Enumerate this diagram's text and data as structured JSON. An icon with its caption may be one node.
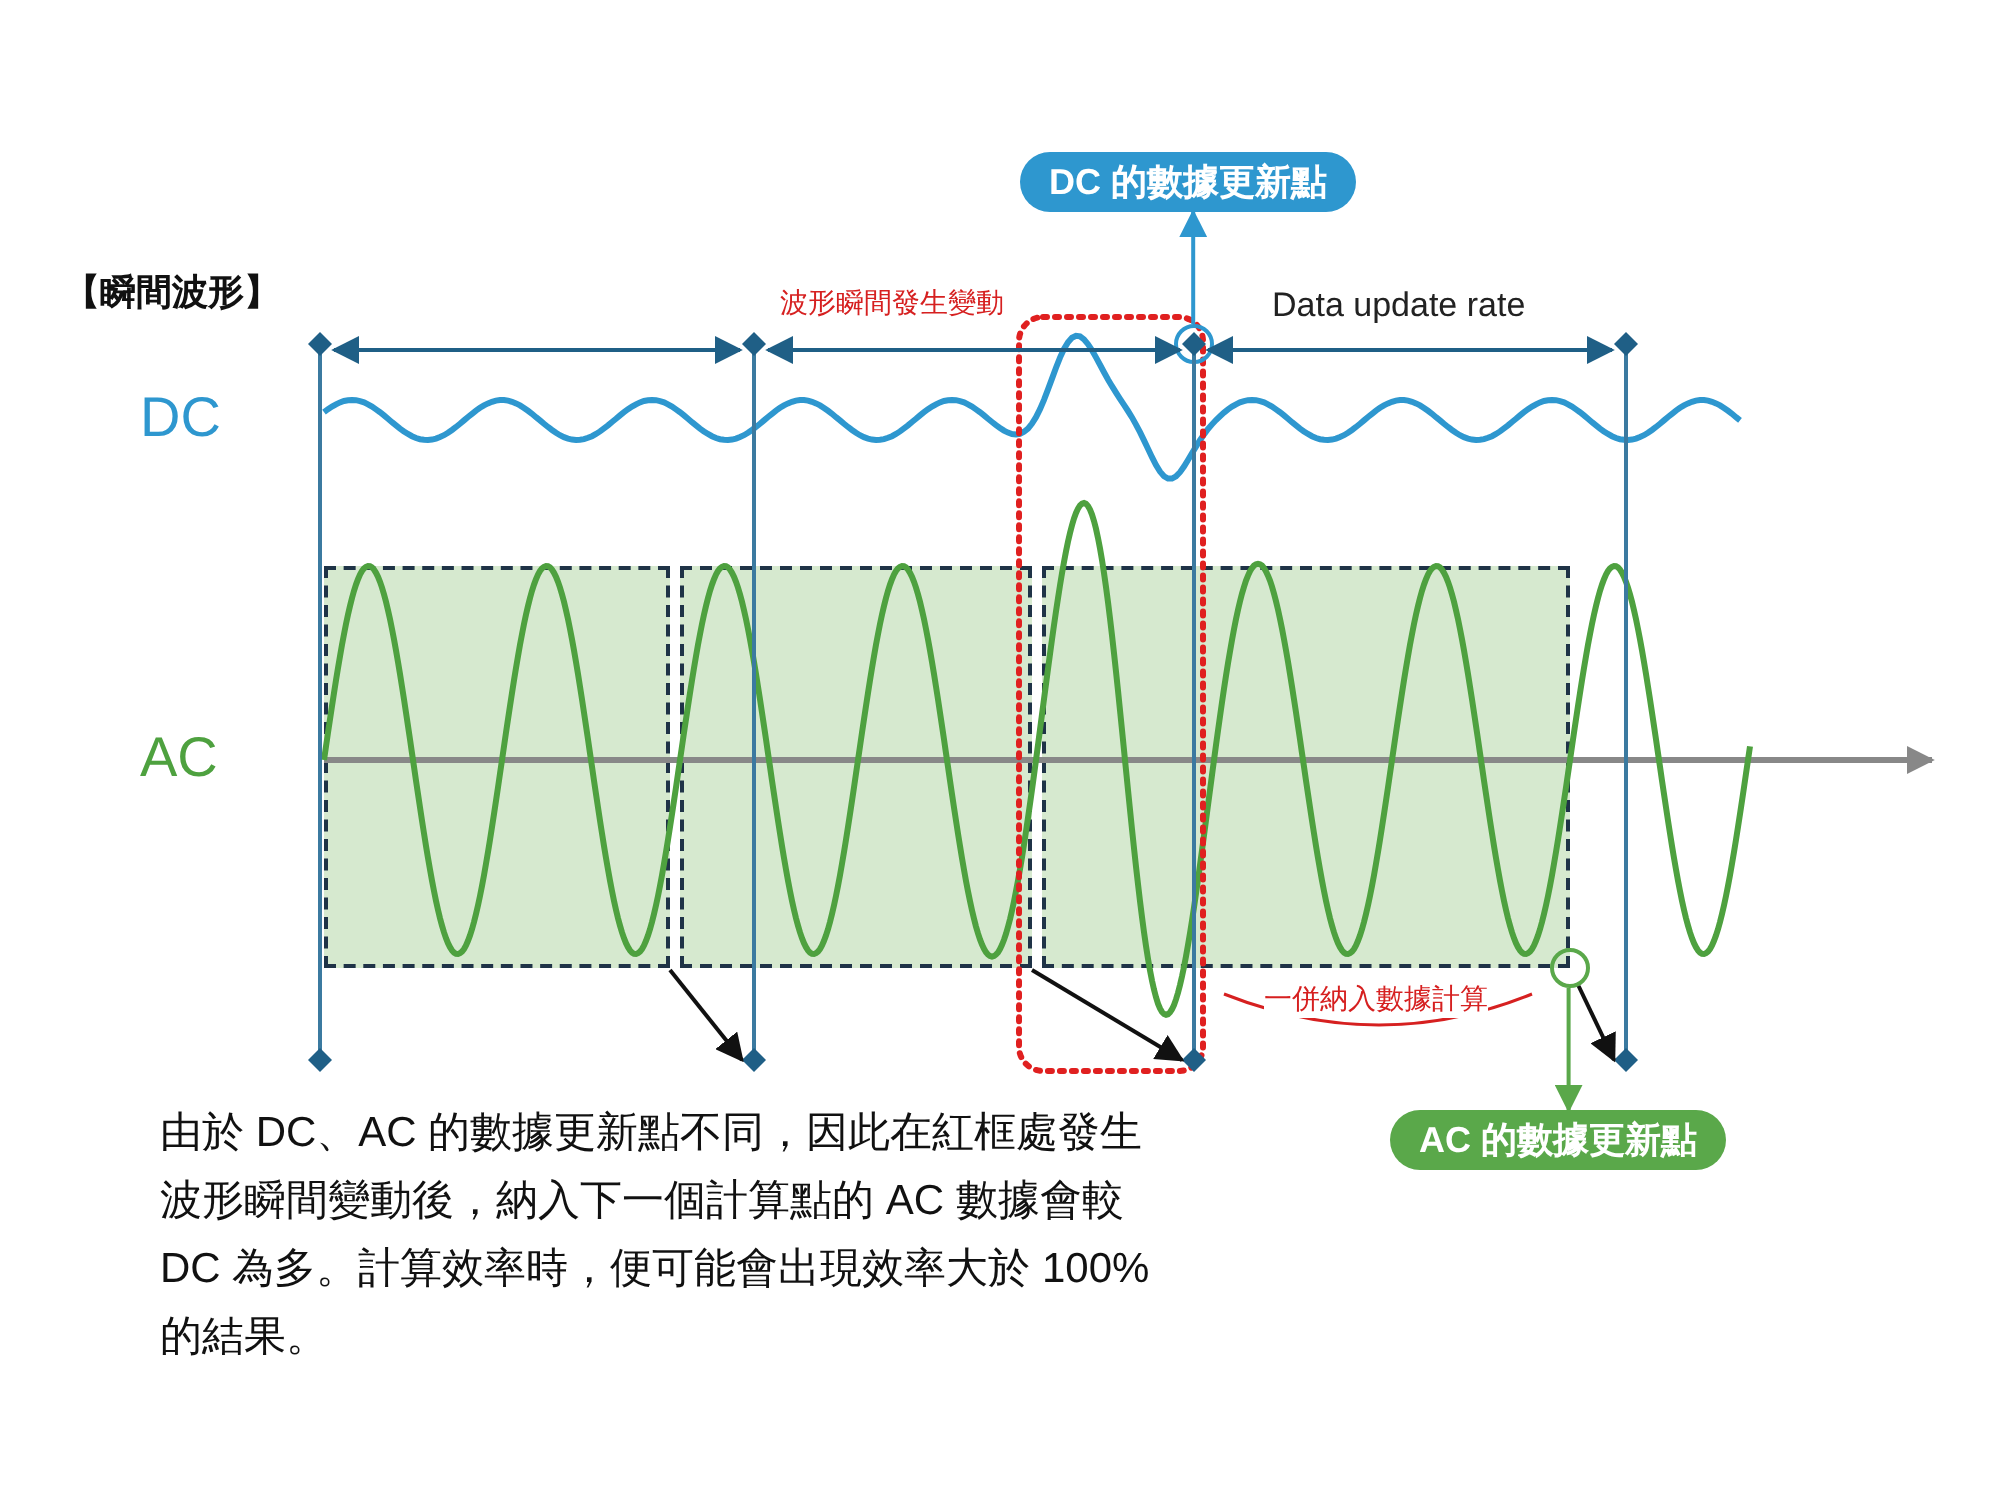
{
  "diagram": {
    "nodes": [
      {
        "text": [
          "DC 的數據更新點"
        ]
      },
      {
        "text": [],
        "shape": "circle"
      },
      {
        "text": [],
        "shape": "box"
      },
      {
        "text": [],
        "shape": "box"
      },
      {
        "text": [],
        "shape": "box"
      },
      {
        "text": [],
        "shape": "circle"
      },
      {
        "text": [],
        "shape": "bar"
      },
      {
        "text": [],
        "shape": "bar"
      },
      {
        "text": [],
        "shape": "bar"
      },
      {
        "text": [],
        "shape": "bar"
      },
      {
        "text": [
          "AC 的數據更新點"
        ]
      }
    ],
    "edges": [
      {
        "from": 6,
        "to": 7,
        "arrow": "both"
      },
      {
        "from": 7,
        "to": 8,
        "arrow": "both"
      },
      {
        "from": 8,
        "to": 9,
        "arrow": "both"
      },
      {
        "from": 1,
        "to": 0,
        "arrow": "to",
        "color": "#2e97cf"
      },
      {
        "from": 2,
        "to": 7,
        "arrow": "to",
        "color": "#111111"
      },
      {
        "from": 3,
        "to": 8,
        "arrow": "to",
        "color": "#111111"
      },
      {
        "from": 5,
        "to": 9,
        "arrow": "to",
        "color": "#111111"
      },
      {
        "from": 5,
        "to": 10,
        "arrow": "to",
        "color": "#5aa84a"
      }
    ],
    "labels": [
      "【瞬間波形】",
      "波形瞬間發生變動",
      "Data update rate",
      "DC",
      "AC",
      "一併納入數據計算",
      "由於 DC、AC 的數據更新點不同，因此在紅框處發生波形瞬間變動後，納入下一個計算點的 AC 數據會較 DC 為多。計算效率時，便可能會出現效率大於 100% 的結果。"
    ]
  }
}
